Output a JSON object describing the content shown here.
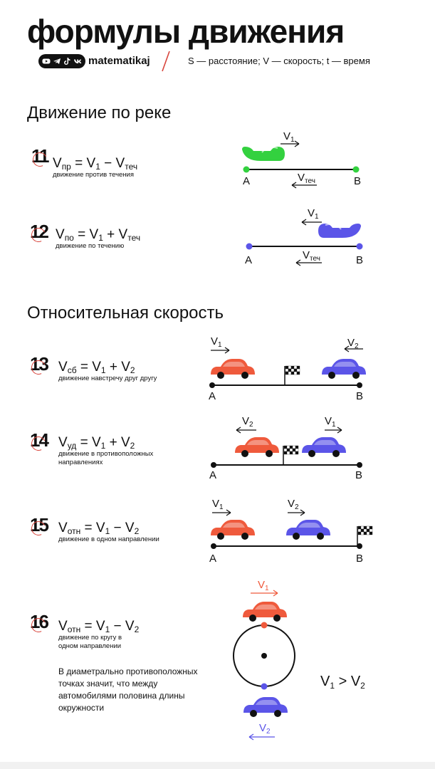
{
  "header": {
    "title": "формулы движения",
    "handle": "matematikaj",
    "legend": "S — расстояние; V — скорость; t — время",
    "social_icons": [
      "youtube-icon",
      "telegram-icon",
      "tiktok-icon",
      "vk-icon"
    ]
  },
  "sections": {
    "river": "Движение по реке",
    "relative": "Относительная скорость"
  },
  "formulas": [
    {
      "num": "11",
      "lhs": "V",
      "lhs_sub": "пр",
      "rhs": " = V",
      "rhs_sub1": "1",
      "op": " − V",
      "rhs_sub2": "теч",
      "caption": "движение против течения"
    },
    {
      "num": "12",
      "lhs": "V",
      "lhs_sub": "по",
      "rhs": " = V",
      "rhs_sub1": "1",
      "op": " + V",
      "rhs_sub2": "теч",
      "caption": "движение по течению"
    },
    {
      "num": "13",
      "lhs": "V",
      "lhs_sub": "сб",
      "rhs": " = V",
      "rhs_sub1": "1",
      "op": " + V",
      "rhs_sub2": "2",
      "caption": "движение навстречу друг другу"
    },
    {
      "num": "14",
      "lhs": "V",
      "lhs_sub": "уд",
      "rhs": " = V",
      "rhs_sub1": "1",
      "op": " + V",
      "rhs_sub2": "2",
      "caption": "движение в противоположных направлениях"
    },
    {
      "num": "15",
      "lhs": "V",
      "lhs_sub": "отн",
      "rhs": " = V",
      "rhs_sub1": "1",
      "op": " − V",
      "rhs_sub2": "2",
      "caption": "движение в одном направлении"
    },
    {
      "num": "16",
      "lhs": "V",
      "lhs_sub": "отн",
      "rhs": " = V",
      "rhs_sub1": "1",
      "op": " − V",
      "rhs_sub2": "2",
      "caption": "движение по кругу в одном направлении"
    }
  ],
  "note": "В диаметрально противоположных точках значит, что между автомобилями половина длины окружности",
  "inequality": {
    "a": "V",
    "a_sub": "1",
    "op": " > ",
    "b": "V",
    "b_sub": "2"
  },
  "labels": {
    "A": "A",
    "B": "B",
    "v": "V",
    "sub1": "1",
    "sub2": "2",
    "subtech": "теч"
  },
  "colors": {
    "green": "#33d13f",
    "blue": "#5b55e8",
    "red": "#ef5a3c",
    "accent_slash": "#d8453c",
    "ink": "#111111"
  }
}
